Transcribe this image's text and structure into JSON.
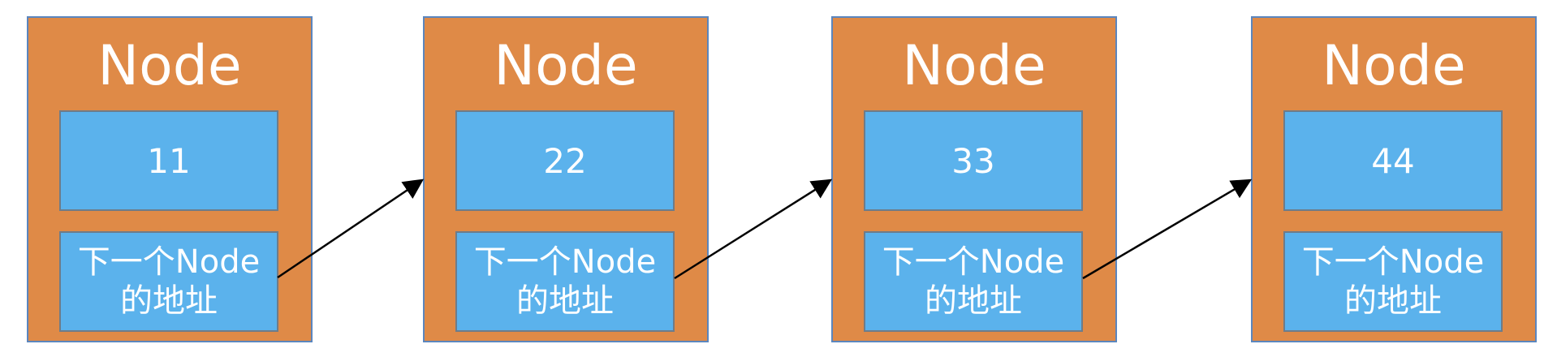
{
  "diagram": {
    "nodes": [
      {
        "title": "Node",
        "value": "11",
        "next_line1": "下一个Node",
        "next_line2": "的地址"
      },
      {
        "title": "Node",
        "value": "22",
        "next_line1": "下一个Node",
        "next_line2": "的地址"
      },
      {
        "title": "Node",
        "value": "33",
        "next_line1": "下一个Node",
        "next_line2": "的地址"
      },
      {
        "title": "Node",
        "value": "44",
        "next_line1": "下一个Node",
        "next_line2": "的地址"
      }
    ],
    "colors": {
      "node_fill": "#df8a47",
      "cell_fill": "#5bb2ec",
      "border": "#5b86be",
      "arrow": "#000000"
    }
  }
}
